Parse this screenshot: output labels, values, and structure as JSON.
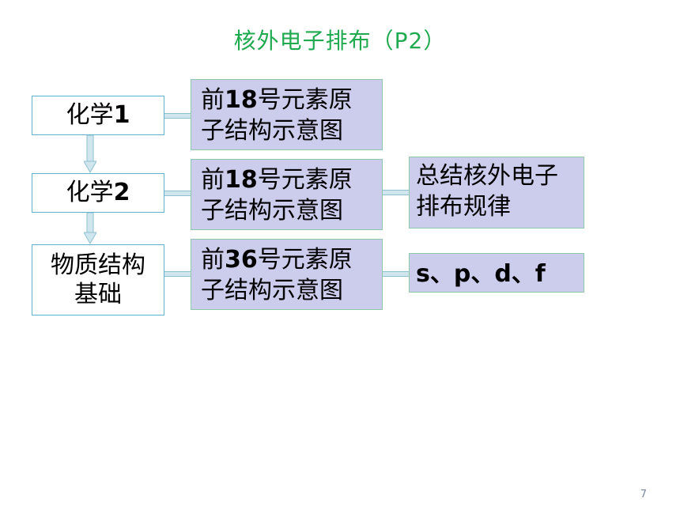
{
  "title": "核外电子排布（P2）",
  "levels": [
    {
      "label": "化学1",
      "label_pre": "化学",
      "label_num": "1"
    },
    {
      "label": "化学2",
      "label_pre": "化学",
      "label_num": "2"
    },
    {
      "label_line1": "物质结构",
      "label_line2": "基础"
    }
  ],
  "details": [
    {
      "pre": "前",
      "num": "18",
      "post": "号元素原",
      "line2": "子结构示意图"
    },
    {
      "pre": "前",
      "num": "18",
      "post": "号元素原",
      "line2": "子结构示意图"
    },
    {
      "pre": "前",
      "num": "36",
      "post": "号元素原",
      "line2": "子结构示意图"
    }
  ],
  "notes": [
    {
      "line1": "总结核外电子",
      "line2": "排布规律"
    },
    {
      "text": "s、p、d、f"
    }
  ],
  "page_number": "7",
  "colors": {
    "title": "#1faa4f",
    "box_fill": "#ccccec",
    "left_border": "#5fb3c9"
  }
}
